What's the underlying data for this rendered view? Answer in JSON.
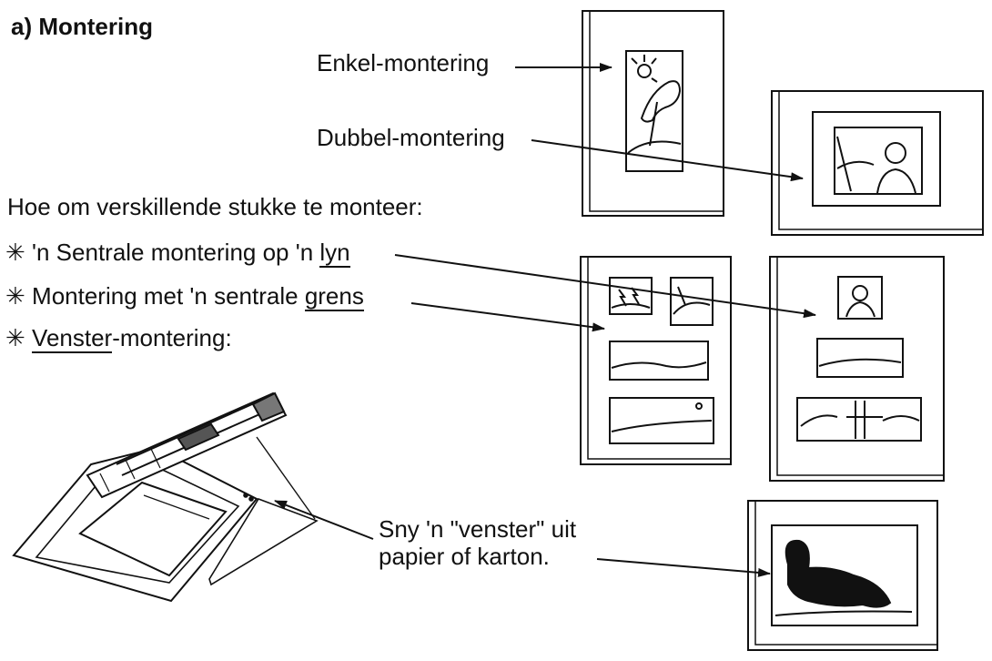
{
  "title": "a) Montering",
  "labels": {
    "single": "Enkel-montering",
    "double": "Dubbel-montering",
    "how": "Hoe om verskillende stukke te monteer:",
    "bullet_mark": "✳",
    "bullet1_pre": "'n Sentrale montering op 'n ",
    "bullet1_u": "lyn",
    "bullet2_pre": "Montering met 'n sentrale ",
    "bullet2_u": "grens",
    "bullet3_u": "Venster",
    "bullet3_post": "-montering:",
    "cut_line1": "Sny 'n \"venster\" uit",
    "cut_line2": "papier of karton."
  }
}
